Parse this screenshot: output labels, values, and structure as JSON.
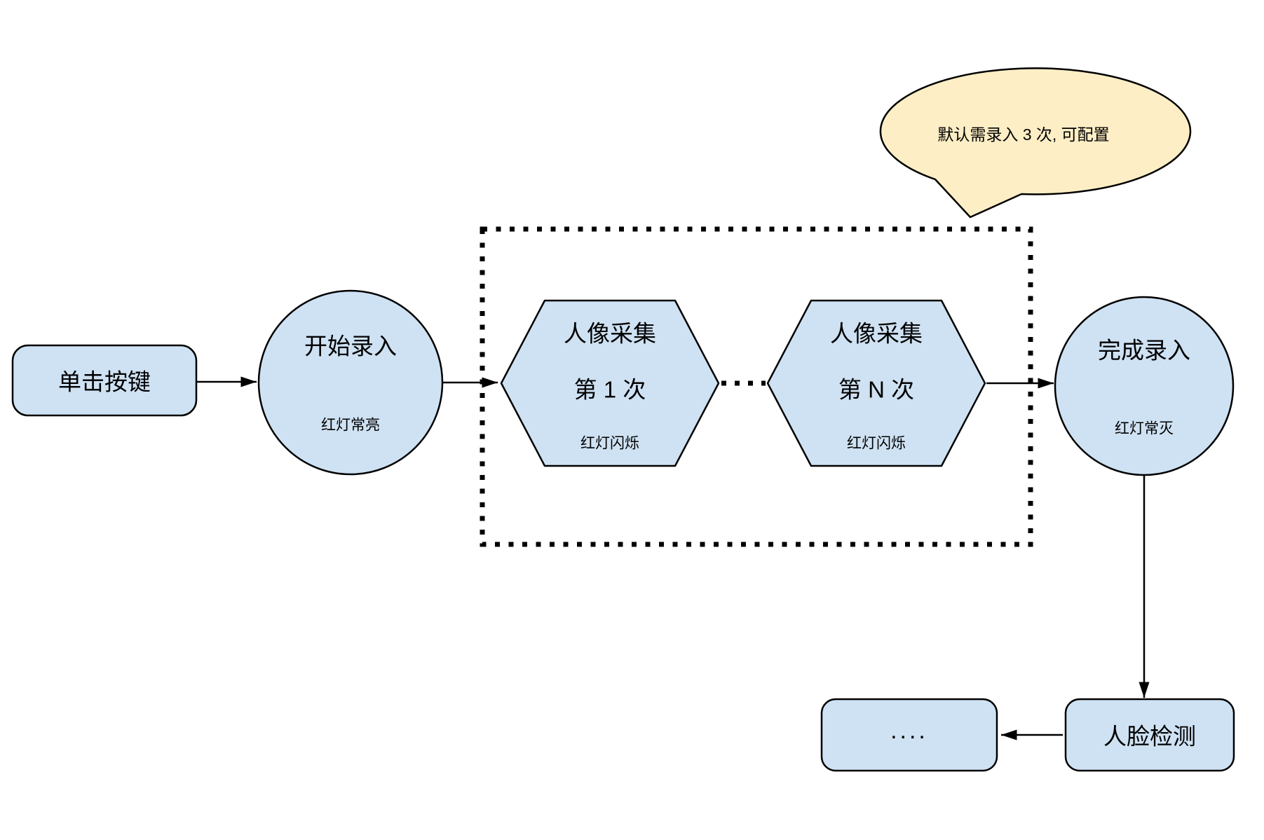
{
  "diagram": {
    "nodes": {
      "click_button": {
        "label": "单击按键"
      },
      "start_enroll": {
        "label": "开始录入",
        "status": "红灯常亮"
      },
      "capture_first": {
        "title": "人像采集",
        "subtitle": "第 1 次",
        "status": "红灯闪烁"
      },
      "capture_nth": {
        "title": "人像采集",
        "subtitle": "第 N 次",
        "status": "红灯闪烁"
      },
      "finish_enroll": {
        "label": "完成录入",
        "status": "红灯常灭"
      },
      "face_detection": {
        "label": "人脸检测"
      },
      "more_steps": {
        "label": "...."
      }
    },
    "callout": {
      "text": "默认需录入 3 次, 可配置"
    },
    "colors": {
      "node_fill": "#cfe2f3",
      "node_stroke": "#000000",
      "callout_fill": "#fdeec5",
      "background": "#ffffff"
    }
  }
}
